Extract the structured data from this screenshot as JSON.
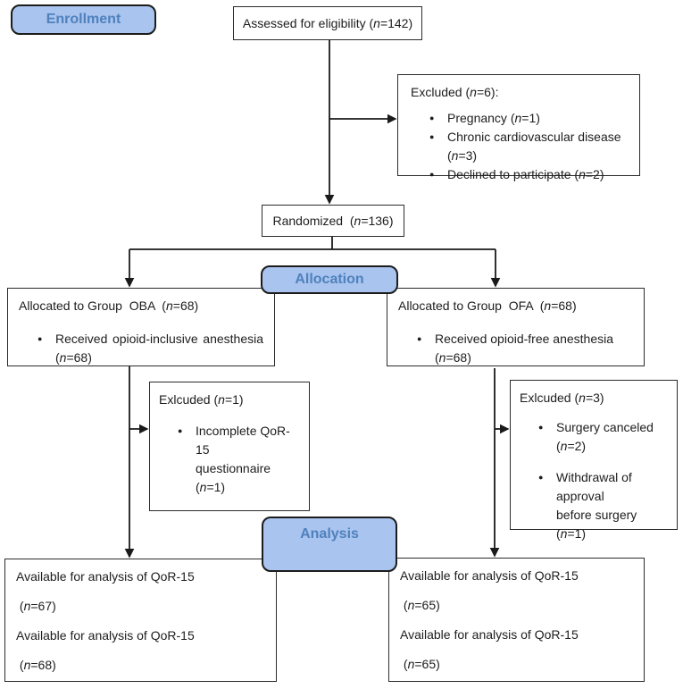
{
  "colors": {
    "badge_fill": "#a9c4ee",
    "badge_border": "#1c1c1c",
    "badge_text": "#4f81bd",
    "box_border": "#2b2b2b",
    "connector": "#1a1a1a",
    "text": "#1d1d1d"
  },
  "glyphs": {
    "bullet": "●"
  },
  "badges": {
    "enrollment": "Enrollment",
    "allocation": "Allocation",
    "analysis": "Analysis"
  },
  "boxes": {
    "assessed": {
      "text": "Assessed for eligibility (n=142)"
    },
    "excluded_top": {
      "title": "Excluded (n=6):",
      "bullets": [
        [
          "Pregnancy (n=1)"
        ],
        [
          "Chronic cardiovascular disease (n=3)"
        ],
        [
          "Declined to participate (n=2)"
        ]
      ]
    },
    "randomized": {
      "text": "Randomized  (n=136)"
    },
    "oba": {
      "title": "Allocated to Group  OBA  (n=68)",
      "bullets": [
        [
          "Received opioid-inclusive anesthesia",
          "(n=68)"
        ]
      ]
    },
    "ofa": {
      "title": "Allocated to Group  OFA  (n=68)",
      "bullets": [
        [
          "Received opioid-free anesthesia (n=68)"
        ]
      ]
    },
    "excluded_left": {
      "title": "Exlcuded (n=1)",
      "bullets": [
        [
          "Incomplete QoR-15",
          "questionnaire (n=1)"
        ]
      ]
    },
    "excluded_right": {
      "title": "Exlcuded (n=3)",
      "bullets": [
        [
          "Surgery canceled (n=2)"
        ],
        [
          "Withdrawal of approval",
          "before surgery  (n=1)"
        ]
      ]
    },
    "analysis_left": {
      "lines": [
        "Available for analysis of QoR-15",
        " (n=67)",
        "Available for analysis of QoR-15",
        " (n=68)"
      ]
    },
    "analysis_right": {
      "lines": [
        "Available for analysis of QoR-15",
        " (n=65)",
        "Available for analysis of QoR-15",
        " (n=65)"
      ]
    }
  }
}
